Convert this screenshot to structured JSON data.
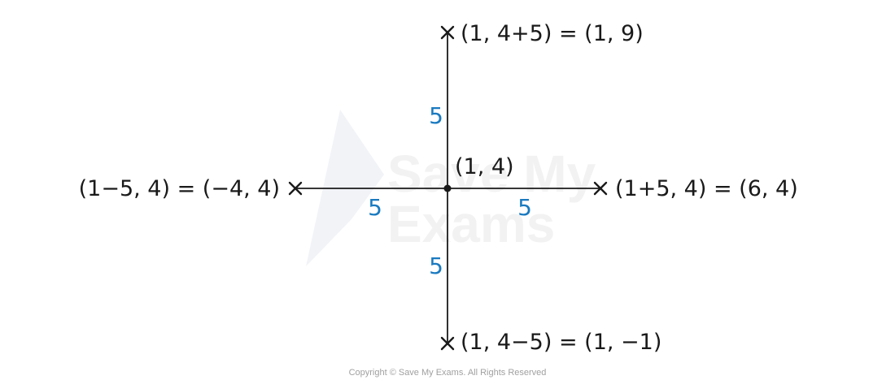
{
  "diagram": {
    "center_label": "(1, 4)",
    "points": {
      "up": "(1, 4+5) = (1, 9)",
      "down": "(1, 4−5) = (1, −1)",
      "left": "(1−5, 4) = (−4, 4)",
      "right": "(1+5, 4) = (6, 4)"
    },
    "distances": {
      "up": "5",
      "down": "5",
      "left": "5",
      "right": "5"
    },
    "colors": {
      "lines": "#1a1a1a",
      "distance_text": "#1a7ac0",
      "watermark": "#f2f2f2"
    }
  },
  "watermark": {
    "line1": "Save My",
    "line2": "Exams"
  },
  "copyright": "Copyright © Save My Exams. All Rights Reserved"
}
